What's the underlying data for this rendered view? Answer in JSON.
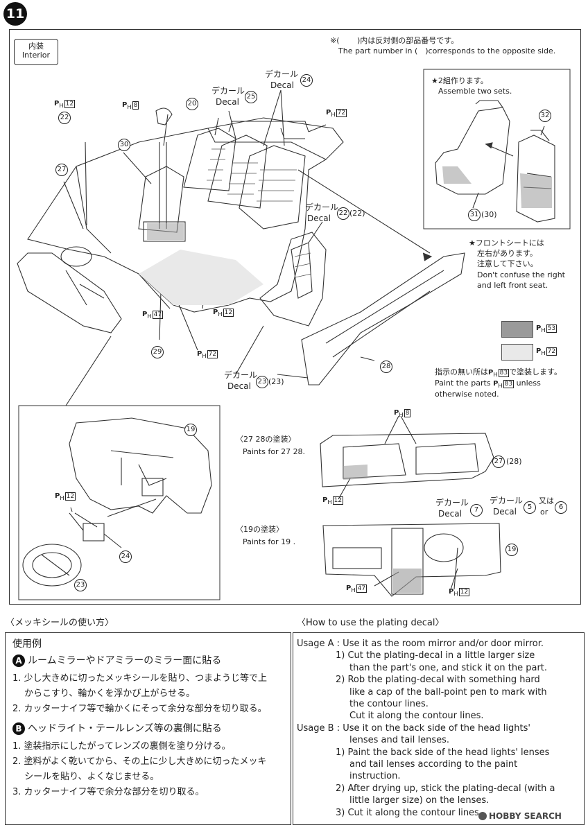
{
  "step_number": "11",
  "section_label": {
    "jp": "内装",
    "en": "Interior"
  },
  "note_opposite": {
    "jp": "※(　 　)内は反対側の部品番号です。",
    "en": "The part number in (　)corresponds to the opposite side."
  },
  "assemble_two": {
    "jp": "★2組作ります。",
    "en": "Assemble two sets."
  },
  "front_seat_note": {
    "jp1": "★フロントシートには",
    "jp2": "左右があります。",
    "jp3": "注意して下さい。",
    "en1": "Don't confuse the right",
    "en2": "and left front seat."
  },
  "paint_note": {
    "jp_pre": "指示の無い所は",
    "jp_post": "で塗装します。",
    "en_pre": "Paint the parts",
    "en_post": "unless",
    "en2": "otherwise noted."
  },
  "decal_jp": "デカール",
  "decal_en": "Decal",
  "or_jp": "又は",
  "or_en": "or",
  "ph_prefix": "P",
  "ph_sub": "H",
  "paint_codes": [
    "12",
    "8",
    "72",
    "47",
    "53",
    "83"
  ],
  "swatch_colors": {
    "ph53": "#9a9a9a",
    "ph72": "#e9e9e9"
  },
  "part_numbers": [
    "22",
    "27",
    "30",
    "20",
    "25",
    "24",
    "29",
    "23",
    "28",
    "31",
    "32",
    "19",
    "7",
    "5",
    "6"
  ],
  "label_paren": {
    "p22": "(22)",
    "p23": "(23)",
    "p30": "(30)",
    "p28": "(28)"
  },
  "paints_27_28": {
    "jp": "〈27 28の塗装〉",
    "en": "Paints for 27 28."
  },
  "paints_19": {
    "jp": "〈19の塗装〉",
    "en": "Paints for 19 ."
  },
  "plating_jp_title": "〈メッキシールの使い方〉",
  "plating_en_title": "〈How to use the plating decal〉",
  "usage_example": "使用例",
  "jp_a_title": "ルームミラーやドアミラーのミラー面に貼る",
  "jp_a_items": [
    "1. 少し大きめに切ったメッキシールを貼り、つまようじ等で上",
    "　 からこすり、輪かくを浮かび上がらせる。",
    "2. カッターナイフ等で輪かくにそって余分な部分を切り取る。"
  ],
  "jp_b_title": "ヘッドライト・テールレンズ等の裏側に貼る",
  "jp_b_items": [
    "1. 塗装指示にしたがってレンズの裏側を塗り分ける。",
    "2. 塗料がよく乾いてから、その上に少し大きめに切ったメッキ",
    "　 シールを貼り、よくなじませる。",
    "3. カッターナイフ等で余分な部分を切り取る。"
  ],
  "en_lines": [
    "Usage A : Use it as the room mirror and/or door mirror.",
    "1) Cut the plating-decal in a little larger size",
    "than the part's one, and stick it on the part.",
    "2) Rob the plating-decal with something hard",
    "like a cap of the ball-point pen to mark with",
    "the contour lines.",
    "Cut it along the contour lines.",
    "Usage B : Use it on the back side of the head lights'",
    "lenses and tail lenses.",
    "1) Paint the back side of the head lights' lenses",
    "and tail lenses according to the paint",
    "instruction.",
    "2) After drying up, stick the plating-decal (with a",
    "little larger size) on the lenses.",
    "3) Cut it along the contour lines."
  ],
  "watermark": "HOBBY SEARCH"
}
